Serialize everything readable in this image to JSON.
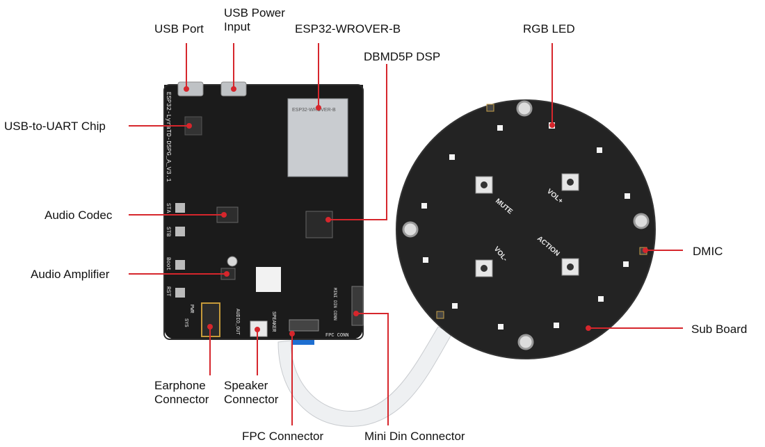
{
  "labels": {
    "usb_port": "USB Port",
    "usb_power_input": "USB Power Input",
    "esp32": "ESP32-WROVER-B",
    "dbmd5p": "DBMD5P DSP",
    "rgb_led": "RGB LED",
    "usb_uart": "USB-to-UART Chip",
    "audio_codec": "Audio Codec",
    "audio_amp": "Audio Amplifier",
    "dmic": "DMIC",
    "sub_board": "Sub Board",
    "earphone": "Earphone Connector",
    "speaker": "Speaker Connector",
    "fpc": "FPC Connector",
    "mini_din": "Mini Din Connector"
  },
  "board_text": {
    "esp_name": "ESP32-WROVER-B",
    "board_id": "ESP32-LyraTD-DSPG_A_V3.1",
    "sta": "STA",
    "stb": "STB",
    "boot": "Boot",
    "rst": "RST",
    "sys": "SYS",
    "pwr": "PWR",
    "audio_out": "AUDIO_OUT",
    "speaker": "SPEAKER",
    "fpc_conn": "FPC CONN",
    "mini_din_conn": "MINI DIN CONN"
  },
  "sub_board_text": {
    "mute": "MUTE",
    "vol_plus": "VOL+",
    "vol_minus": "VOL-",
    "action": "ACTION"
  },
  "colors": {
    "callout_line": "#d6262c",
    "board": "#1b1b1b",
    "sub_board": "#232323",
    "module": "#c9ccd0",
    "cable": "#eef0f2",
    "cable_tip": "#1e6fd1"
  }
}
